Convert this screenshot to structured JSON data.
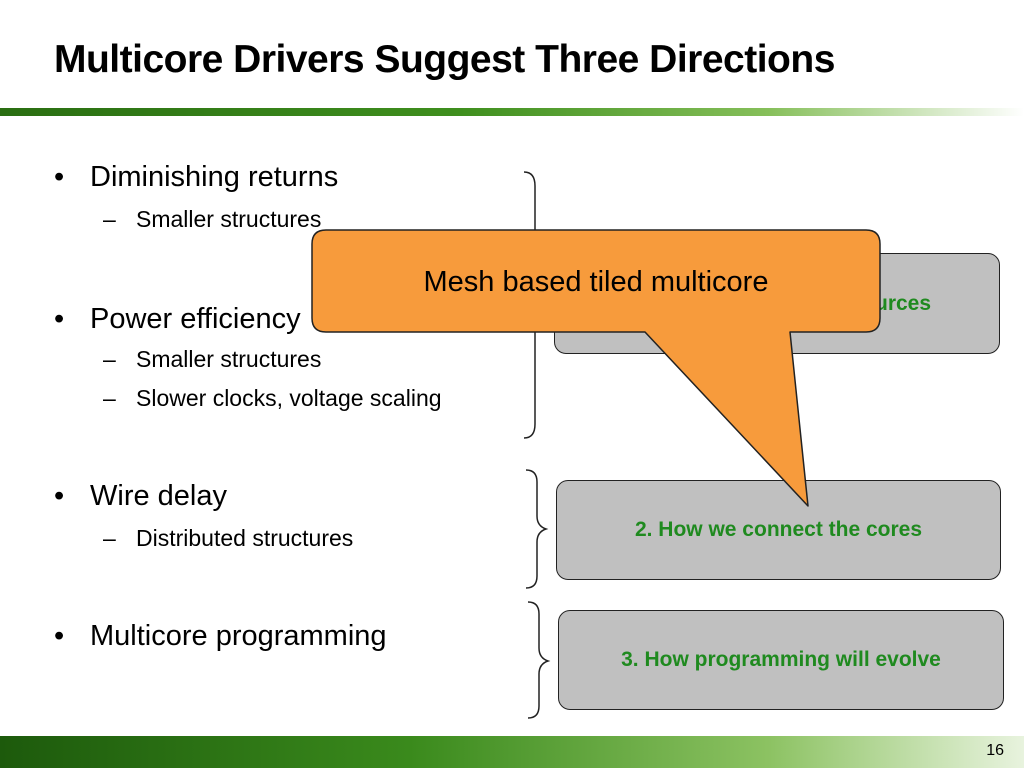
{
  "slide": {
    "title": "Multicore Drivers Suggest Three Directions",
    "page_number": "16"
  },
  "bullets": [
    {
      "marker": "•",
      "text": "Diminishing returns",
      "subs": [
        {
          "marker": "–",
          "text": "Smaller structures"
        }
      ]
    },
    {
      "marker": "•",
      "text": "Power efficiency",
      "subs": [
        {
          "marker": "–",
          "text": "Smaller structures"
        },
        {
          "marker": "–",
          "text": "Slower clocks, voltage scaling"
        }
      ]
    },
    {
      "marker": "•",
      "text": "Wire delay",
      "subs": [
        {
          "marker": "–",
          "text": "Distributed structures"
        }
      ]
    },
    {
      "marker": "•",
      "text": "Multicore programming",
      "subs": []
    }
  ],
  "boxes": [
    {
      "text": "urces"
    },
    {
      "text": "2. How we connect the cores"
    },
    {
      "text": "3. How programming will evolve"
    }
  ],
  "callout": {
    "text": "Mesh based tiled multicore"
  },
  "colors": {
    "callout_fill": "#f79b3c",
    "box_fill": "#c0c0c0",
    "box_text": "#1f8a1f",
    "accent_green": "#3f8f1e"
  }
}
